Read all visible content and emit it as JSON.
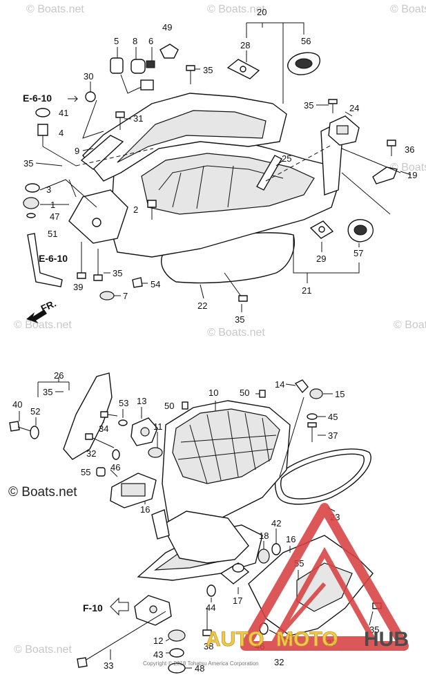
{
  "watermarks": {
    "text": "© Boats.net",
    "credit": "Copyright © 2018 Tohatsu America Corporation"
  },
  "brand": {
    "logo_word_a": "AUTO",
    "logo_word_b": "MOTO",
    "logo_word_c": "HUB",
    "colors": {
      "red": "#d84040",
      "yellow": "#f2c230",
      "dark": "#333333"
    }
  },
  "direction": {
    "label": "FR."
  },
  "references": {
    "ref_e610_top": "E-6-10",
    "ref_e610_mid": "E-6-10",
    "ref_f10": "F-10"
  },
  "callouts": {
    "c20": "20",
    "c56": "56",
    "c28": "28",
    "c49": "49",
    "c5": "5",
    "c8": "8",
    "c6": "6",
    "c35a": "35",
    "c30": "30",
    "c41": "41",
    "c4": "4",
    "c31": "31",
    "c9": "9",
    "c35b": "35",
    "c24": "24",
    "c36": "36",
    "c19": "19",
    "c25": "25",
    "c35c": "35",
    "c3": "3",
    "c1": "1",
    "c47": "47",
    "c2": "2",
    "c51": "51",
    "c39": "39",
    "c35d": "35",
    "c54": "54",
    "c7": "7",
    "c22": "22",
    "c35e": "35",
    "c29": "29",
    "c57": "57",
    "c21": "21",
    "c26": "26",
    "c35f": "35",
    "c40": "40",
    "c52": "52",
    "c53": "53",
    "c34": "34",
    "c13": "13",
    "c11": "11",
    "c32a": "32",
    "c46a": "46",
    "c55a": "55",
    "c16a": "16",
    "c50a": "50",
    "c10": "10",
    "c50b": "50",
    "c14": "14",
    "c15": "15",
    "c45": "45",
    "c37": "37",
    "c23": "23",
    "c42": "42",
    "c18": "18",
    "c16b": "16",
    "c55b": "55",
    "c17": "17",
    "c44": "44",
    "c27": "27",
    "c35g": "35",
    "c12": "12",
    "c38": "38",
    "c43": "43",
    "c48": "48",
    "c46b": "46",
    "c32b": "32",
    "c33": "33"
  }
}
